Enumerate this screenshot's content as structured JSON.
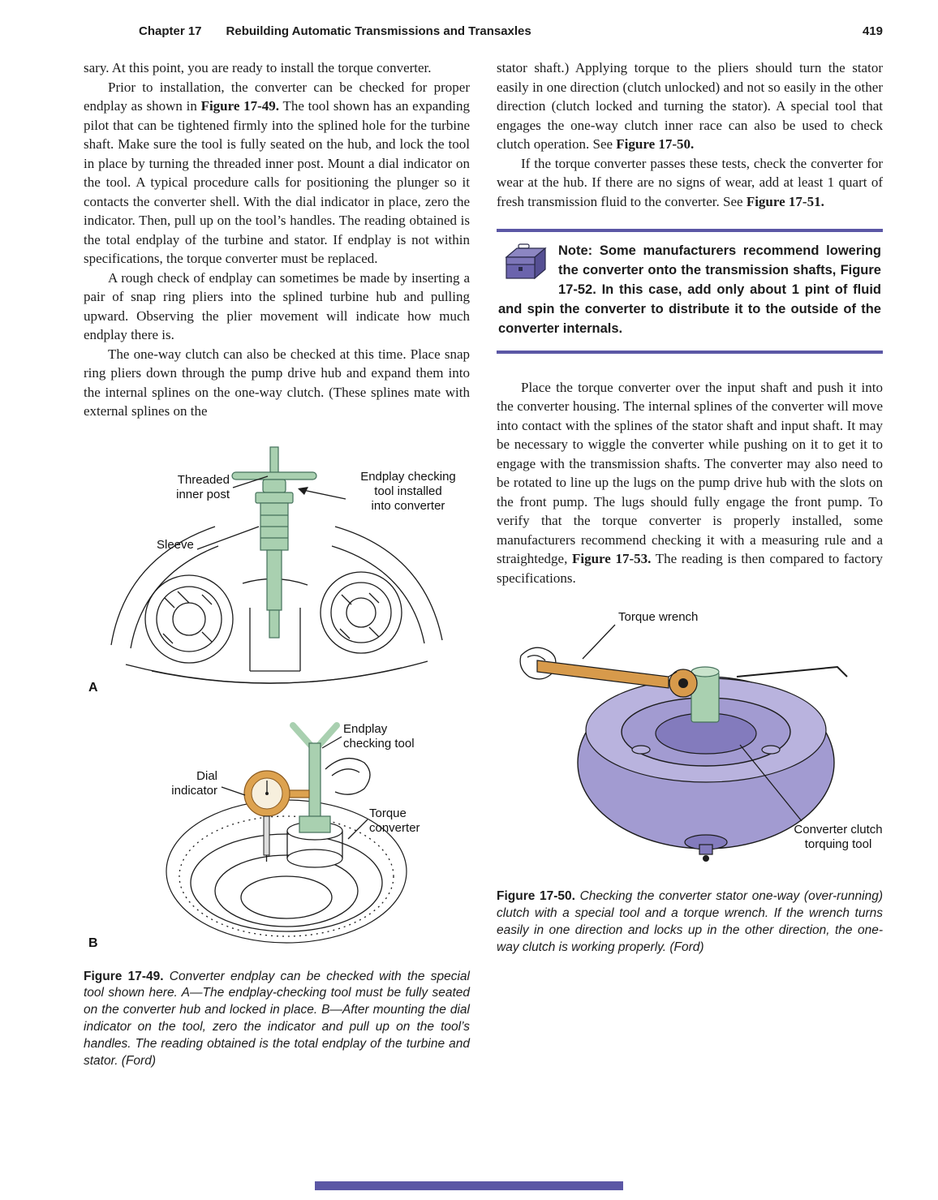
{
  "header": {
    "chapter": "Chapter 17",
    "title": "Rebuilding Automatic Transmissions and Transaxles",
    "page_number": "419"
  },
  "left_column": {
    "para1": [
      {
        "t": "sary. At this point, you are ready to install the torque converter."
      }
    ],
    "para2": [
      {
        "t": "Prior to installation, the converter can be checked for proper endplay as shown in "
      },
      {
        "t": "Figure 17-49.",
        "b": true
      },
      {
        "t": " The tool shown has an expanding pilot that can be tightened firmly into the splined hole for the turbine shaft. Make sure the tool is fully seated on the hub, and lock the tool in place by turning the threaded inner post. Mount a dial indicator on the tool. A typical procedure calls for positioning the plunger so it contacts the converter shell. With the dial indicator in place, zero the indicator. Then, pull up on the tool’s handles. The reading obtained is the total endplay of the turbine and stator. If endplay is not within specifications, the torque converter must be replaced."
      }
    ],
    "para3": [
      {
        "t": "A rough check of endplay can sometimes be made by inserting a pair of snap ring pliers into the splined turbine hub and pulling upward. Observing the plier movement will indicate how much endplay there is."
      }
    ],
    "para4": [
      {
        "t": "The one-way clutch can also be checked at this time. Place snap ring pliers down through the pump drive hub and expand them into the internal splines on the one-way clutch. (These splines mate with external splines on the"
      }
    ]
  },
  "right_column": {
    "para1": [
      {
        "t": "stator shaft.) Applying torque to the pliers should turn the stator easily in one direction (clutch unlocked) and not so easily in the other direction (clutch locked and turning the stator). A special tool that engages the one-way clutch inner race can also be used to check clutch operation. See "
      },
      {
        "t": "Figure 17-50.",
        "b": true
      }
    ],
    "para2": [
      {
        "t": "If the torque converter passes these tests, check the converter for wear at the hub. If there are no signs of wear, add at least 1 quart of fresh transmission fluid to the converter. See "
      },
      {
        "t": "Figure 17-51.",
        "b": true
      }
    ],
    "note": [
      {
        "t": "Note: Some manufacturers recommend lowering the converter onto the transmission shafts, Figure 17-52. In this case, add only about 1 pint of fluid and spin the converter to distribute it to the outside of the converter internals.",
        "b": true
      }
    ],
    "para3": [
      {
        "t": "Place the torque converter over the input shaft and push it into the converter housing. The internal splines of the converter will move into contact with the splines of the stator shaft and input shaft. It may be necessary to wiggle the converter while pushing on it to get it to engage with the transmission shafts. The converter may also need to be rotated to line up the lugs on the pump drive hub with the slots on the front pump. The lugs should fully engage the front pump. To verify that the torque converter is properly installed, some manufacturers recommend checking it with a measuring rule and a straightedge, "
      },
      {
        "t": "Figure 17-53.",
        "b": true
      },
      {
        "t": " The reading is then compared to factory specifications."
      }
    ]
  },
  "figure_49": {
    "labels": {
      "threaded_inner_post": "Threaded\ninner post",
      "endplay_tool_installed": "Endplay checking\ntool installed\ninto converter",
      "sleeve": "Sleeve",
      "part_a": "A",
      "endplay_checking_tool": "Endplay\nchecking tool",
      "dial_indicator": "Dial\nindicator",
      "torque_converter": "Torque\nconverter",
      "part_b": "B"
    },
    "caption": [
      {
        "t": "Figure 17-49. ",
        "b": true
      },
      {
        "t": "Converter endplay can be checked with the special tool shown here. A—The endplay-checking tool must be fully seated on the converter hub and locked in place. B—After mounting the dial indicator on the tool, zero the indicator and pull up on the tool’s handles. The reading obtained is the total endplay of the turbine and stator. (Ford)",
        "i": true
      }
    ]
  },
  "figure_50": {
    "labels": {
      "torque_wrench": "Torque wrench",
      "converter_clutch_tool": "Converter clutch\ntorquing tool"
    },
    "caption": [
      {
        "t": "Figure 17-50. ",
        "b": true
      },
      {
        "t": "Checking the converter stator one-way (over-running) clutch with a special tool and a torque wrench. If the wrench turns easily in one direction and locks up in the other direction, the one-way clutch is working properly. (Ford)",
        "i": true
      }
    ]
  },
  "colors": {
    "rule_purple": "#5b57a5",
    "bar_purple": "#5b57a5",
    "ink": "#1c1c1c",
    "tool_green": "#a9d0b0",
    "tool_green_dark": "#44705a",
    "dial_orange": "#dda24f",
    "dial_orange_dark": "#8a5a20",
    "wrench_orange": "#d79a4b",
    "converter_purple": "#a29bd1",
    "converter_purple_light": "#b9b3de",
    "converter_purple_dark": "#837bbd"
  }
}
